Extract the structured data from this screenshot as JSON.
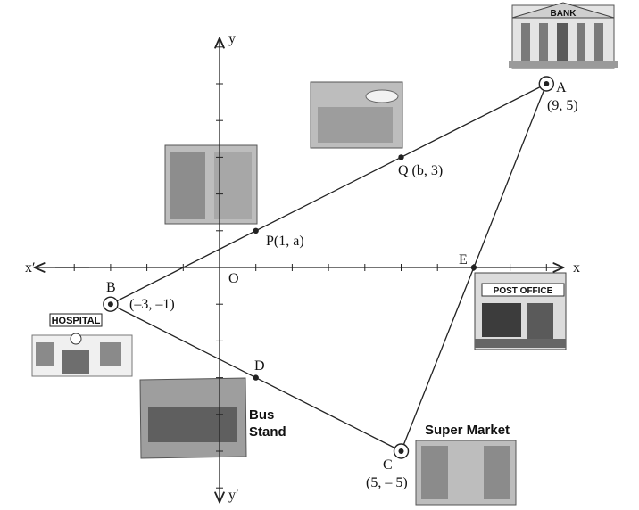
{
  "axes": {
    "x_label": "x",
    "x_neg_label": "x′",
    "y_label": "y",
    "y_neg_label": "y′",
    "origin_label": "O",
    "unit_ticks": true
  },
  "points": {
    "A": {
      "name": "A",
      "coords": "(9, 5)",
      "x": 9,
      "y": 5,
      "place": "BANK"
    },
    "B": {
      "name": "B",
      "coords": "(–3, –1)",
      "x": -3,
      "y": -1,
      "place": "HOSPITAL"
    },
    "C": {
      "name": "C",
      "coords": "(5, – 5)",
      "x": 5,
      "y": -5,
      "place": "Super Market"
    },
    "P": {
      "label": "P(1, a)",
      "x": 1,
      "y": 1
    },
    "Q": {
      "label": "Q (b, 3)",
      "x": 5,
      "y": 3
    },
    "D": {
      "name": "D",
      "x": 1,
      "y": -3
    },
    "E": {
      "name": "E",
      "x": 7,
      "y": 0
    }
  },
  "places": {
    "bank": "BANK",
    "hospital": "HOSPITAL",
    "post_office": "POST OFFICE",
    "bus_stand_line1": "Bus",
    "bus_stand_line2": "Stand",
    "super_market": "Super Market"
  },
  "colors": {
    "line": "#222222",
    "photo": "#bdbdbd"
  }
}
